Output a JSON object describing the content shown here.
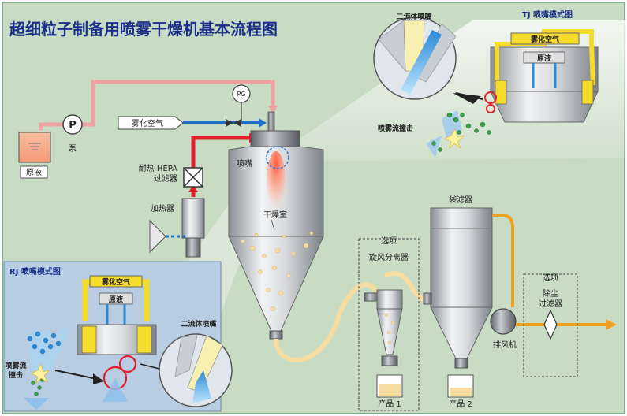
{
  "title": "超细粒子制备用喷雾干燥机基本流程图",
  "labels": {
    "raw_liquid": "原液",
    "pump_symbol": "P",
    "pump": "泵",
    "pg": "PG",
    "atomizing_air": "雾化空气",
    "hepa_line1": "耐热 HEPA",
    "hepa_line2": "过滤器",
    "heater": "加热器",
    "nozzle": "喷嘴",
    "drying_chamber": "干燥室",
    "option_cyclone": "选项",
    "cyclone": "旋风分离器",
    "bag_filter": "袋滤器",
    "product1": "产品 1",
    "product2": "产品 2",
    "exhaust_fan": "排风机",
    "option_dust": "选项",
    "dust_filter_line1": "除尘",
    "dust_filter_line2": "过滤器"
  },
  "tj_inset": {
    "title": "TJ 喷嘴模式图",
    "two_fluid_nozzle": "二流体喷嘴",
    "atomizing_air": "雾化空气",
    "raw_liquid": "原液",
    "spray_collision": "喷雾流撞击"
  },
  "rj_inset": {
    "title": "RJ 喷嘴模式图",
    "atomizing_air": "雾化空气",
    "raw_liquid": "原液",
    "two_fluid_nozzle": "二流体喷嘴",
    "spray_collision_line1": "喷雾流",
    "spray_collision_line2": "撞击"
  },
  "colors": {
    "background": "#c8dcc4",
    "border": "#6a9a7a",
    "title": "#1c2f8a",
    "hot_air": "#e0202a",
    "feed_line": "#f0a0a0",
    "atomizing_air": "#1f6fc8",
    "exhaust": "#f0a020",
    "powder": "#f6dca0",
    "inset_bg": "#b9cde2",
    "nozzle_yellow": "#f5dc2a"
  }
}
